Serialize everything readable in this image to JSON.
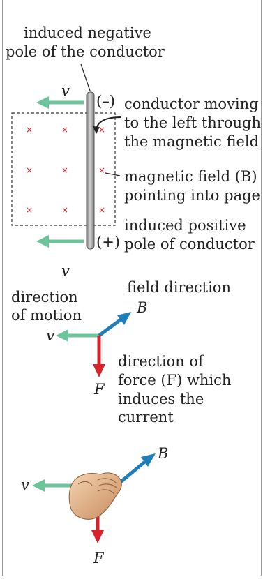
{
  "top": {
    "negative_pole_line1": "induced negative",
    "negative_pole_line2": "pole of the conductor",
    "negative_sign": "(–)",
    "positive_sign": "(+)",
    "v_top": "v",
    "v_bottom": "v",
    "conductor_line1": "conductor moving",
    "conductor_line2": "to the left through",
    "conductor_line3": "the magnetic field",
    "field_line1": "magnetic field (B)",
    "field_line2": "pointing into page",
    "positive_pole_line1": "induced positive",
    "positive_pole_line2": "pole of conductor",
    "field_marker": "×"
  },
  "middle": {
    "motion_line1": "direction",
    "motion_line2": "of motion",
    "field_direction": "field direction",
    "B": "B",
    "v": "v",
    "F": "F",
    "force_line1": "direction of",
    "force_line2": "force (F) which",
    "force_line3": "induces the",
    "force_line4": "current"
  },
  "bottom": {
    "B": "B",
    "v": "v",
    "F": "F"
  },
  "colors": {
    "green_arrow": "#6cc49a",
    "blue_arrow": "#1e7fb8",
    "red_arrow": "#d6242b",
    "field_marker": "#d6242b",
    "conductor": "#9a9a9a",
    "hand": "#e8c09a"
  }
}
